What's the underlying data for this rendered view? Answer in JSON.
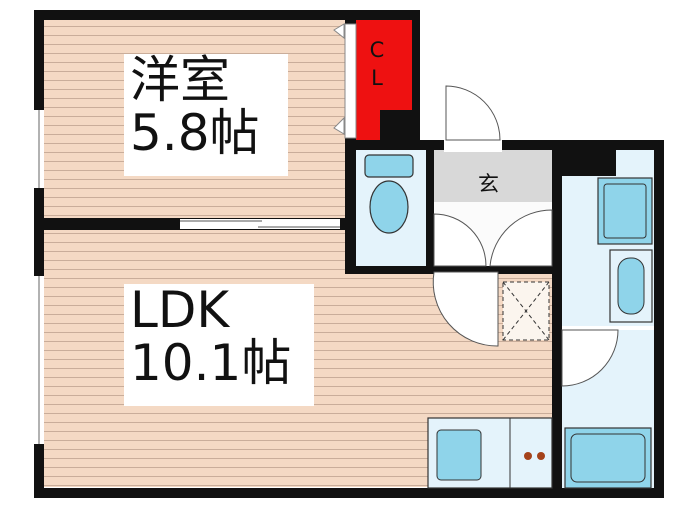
{
  "rooms": {
    "western": {
      "name": "洋室",
      "size": "5.8帖"
    },
    "ldk": {
      "name": "LDK",
      "size": "10.1帖"
    },
    "closet": {
      "line1": "C",
      "line2": "L"
    },
    "entrance": {
      "name": "玄"
    }
  },
  "colors": {
    "wall": "#111111",
    "floor": "#f4d9c4",
    "floor_line": "#c9ad9a",
    "wet_area": "#e4f3fb",
    "fixture": "#8fd4ea",
    "closet": "#ee1111",
    "entrance_floor": "#d8d8d8",
    "kitchen_knob": "#a4421b"
  }
}
